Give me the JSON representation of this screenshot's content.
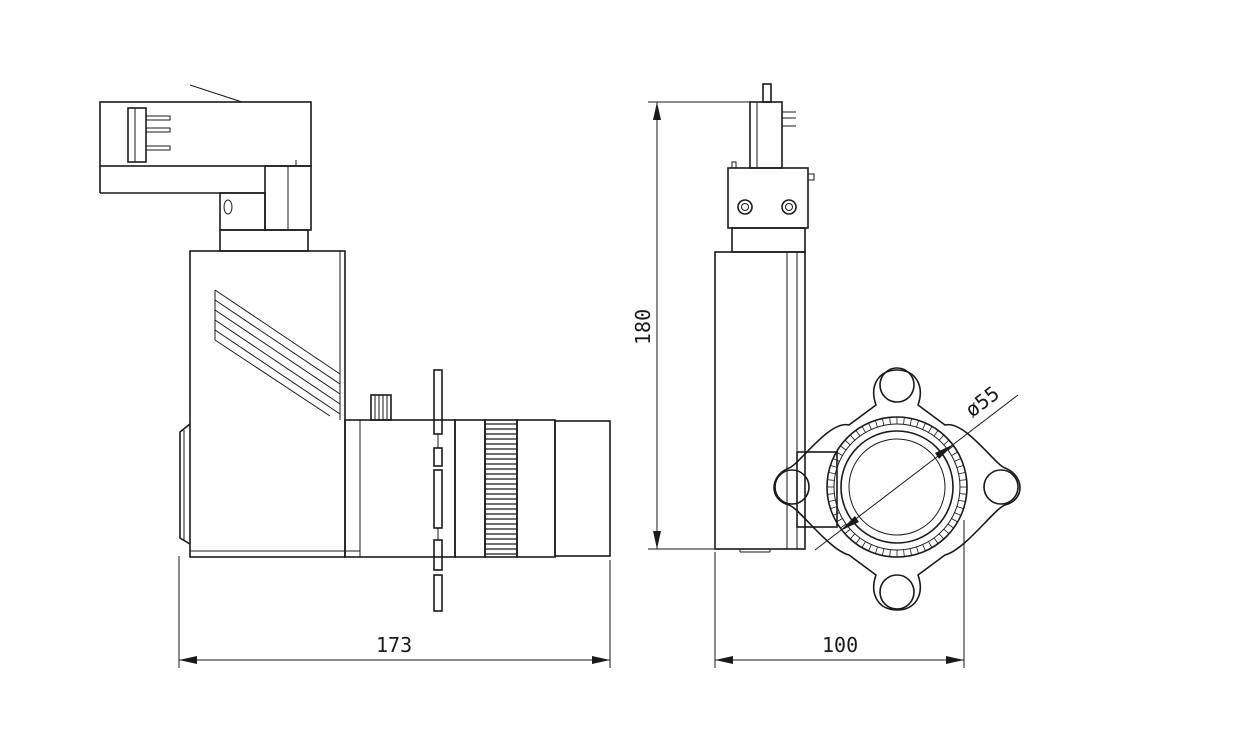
{
  "dimensions": {
    "side_width": "173",
    "height": "180",
    "front_width": "100",
    "lens_diameter": "ø55"
  },
  "colors": {
    "line": "#1a1a1a",
    "background": "#ffffff"
  }
}
